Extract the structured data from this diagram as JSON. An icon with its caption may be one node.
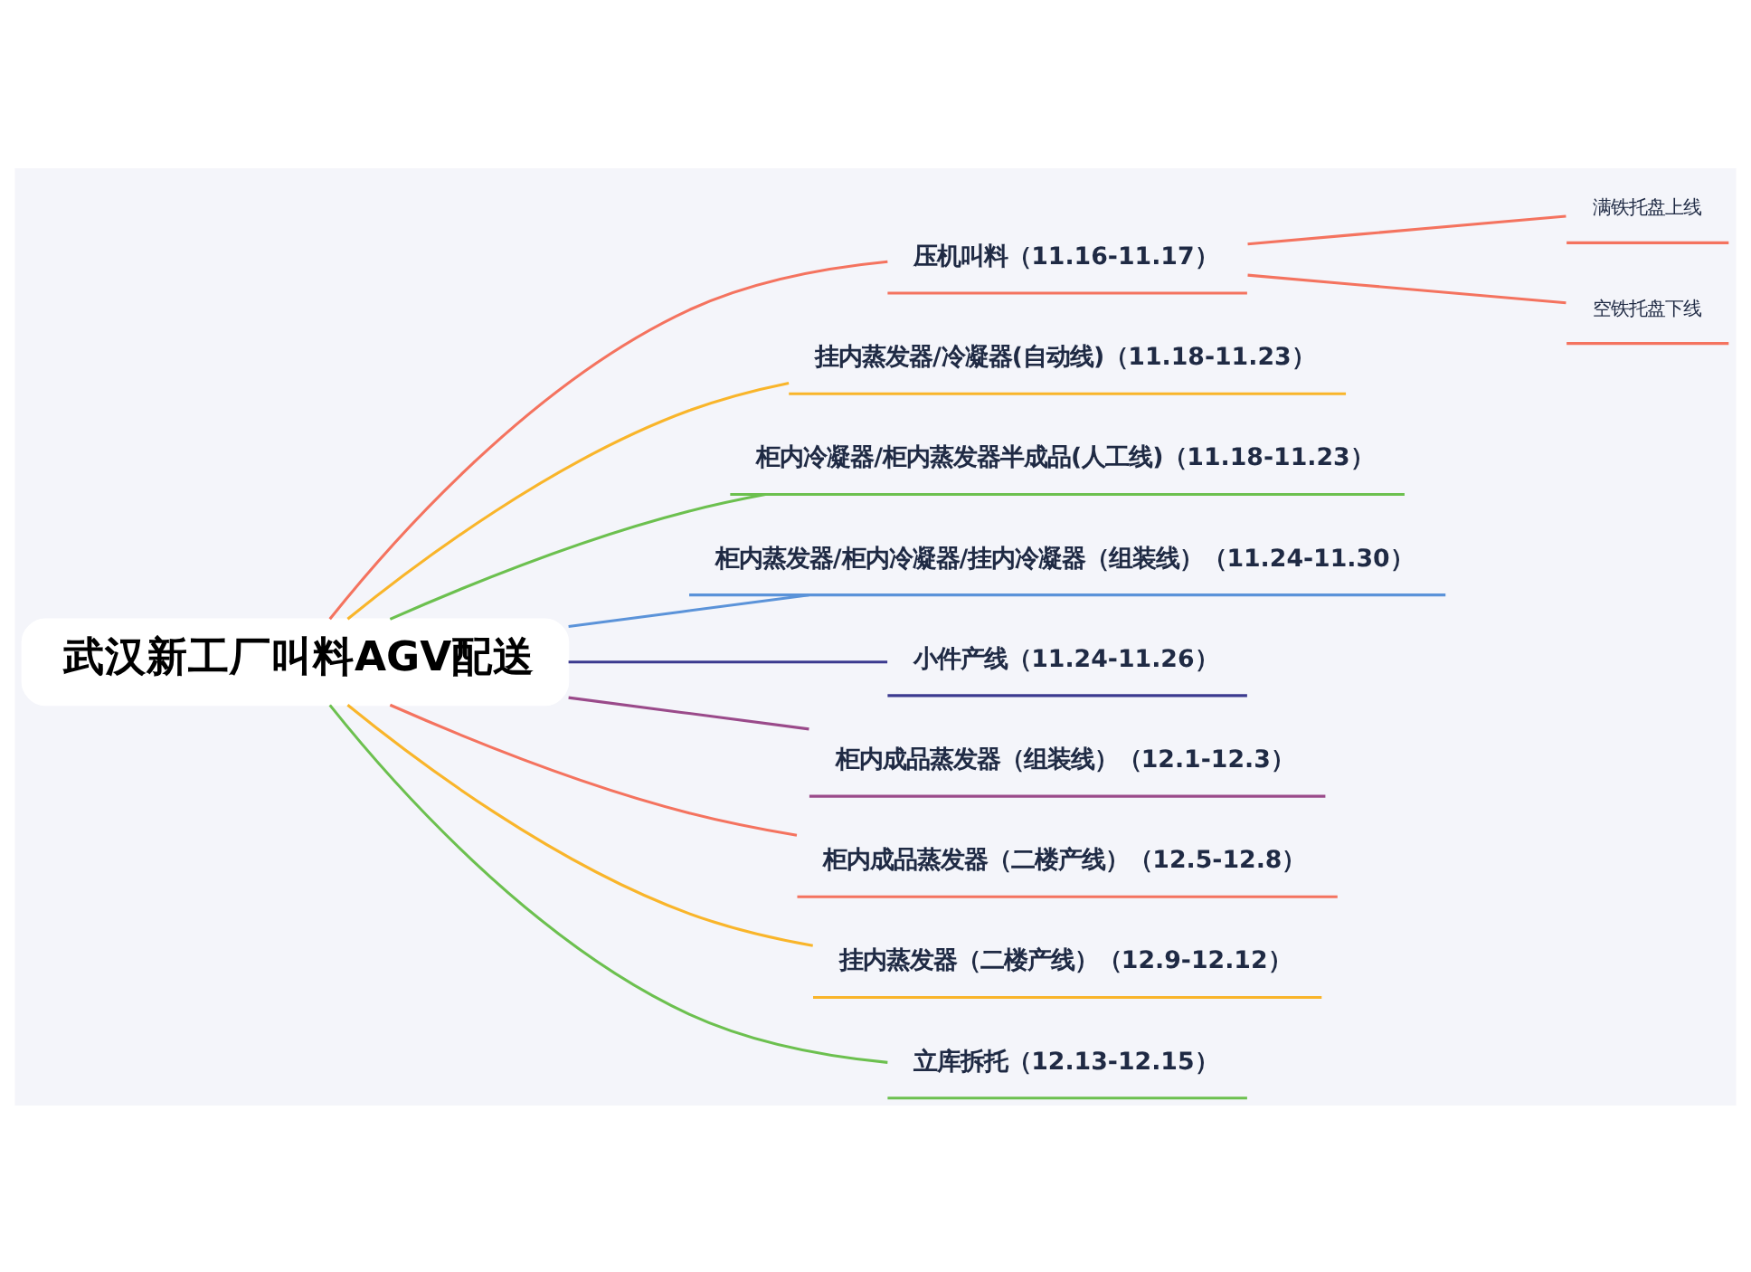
{
  "diagram": {
    "nodes": [
      {
        "text": [
          "武汉新工厂叫料AGV配送"
        ]
      },
      {
        "text": [
          "压机叫料（11.16-11.17）"
        ]
      },
      {
        "text": [
          "挂内蒸发器/冷凝器(自动线)（11.18-11.23）"
        ]
      },
      {
        "text": [
          "柜内冷凝器/柜内蒸发器半成品(人工线)（11.18-11.23）"
        ]
      },
      {
        "text": [
          "柜内蒸发器/柜内冷凝器/挂内冷凝器（组装线）（11.24-11.30）"
        ]
      },
      {
        "text": [
          "小件产线（11.24-11.26）"
        ]
      },
      {
        "text": [
          "柜内成品蒸发器（组装线）（12.1-12.3）"
        ]
      },
      {
        "text": [
          "柜内成品蒸发器（二楼产线）（12.5-12.8）"
        ]
      },
      {
        "text": [
          "挂内蒸发器（二楼产线）（12.9-12.12）"
        ]
      },
      {
        "text": [
          "立库拆托（12.13-12.15）"
        ]
      },
      {
        "text": [
          "满铁托盘上线"
        ]
      },
      {
        "text": [
          "空铁托盘下线"
        ]
      }
    ],
    "edges": [
      {
        "from": 0,
        "to": 1,
        "arrow": "none",
        "color": "#f4735f"
      },
      {
        "from": 0,
        "to": 2,
        "arrow": "none",
        "color": "#f9b52a"
      },
      {
        "from": 0,
        "to": 3,
        "arrow": "none",
        "color": "#6cc04f"
      },
      {
        "from": 0,
        "to": 4,
        "arrow": "none",
        "color": "#5b93d9"
      },
      {
        "from": 0,
        "to": 5,
        "arrow": "none",
        "color": "#3b3a8f"
      },
      {
        "from": 0,
        "to": 6,
        "arrow": "none",
        "color": "#9a4a8a"
      },
      {
        "from": 0,
        "to": 7,
        "arrow": "none",
        "color": "#f4735f"
      },
      {
        "from": 0,
        "to": 8,
        "arrow": "none",
        "color": "#f9b52a"
      },
      {
        "from": 0,
        "to": 9,
        "arrow": "none",
        "color": "#6cc04f"
      },
      {
        "from": 1,
        "to": 10,
        "arrow": "none",
        "color": "#f4735f"
      },
      {
        "from": 1,
        "to": 11,
        "arrow": "none",
        "color": "#f4735f"
      }
    ]
  }
}
